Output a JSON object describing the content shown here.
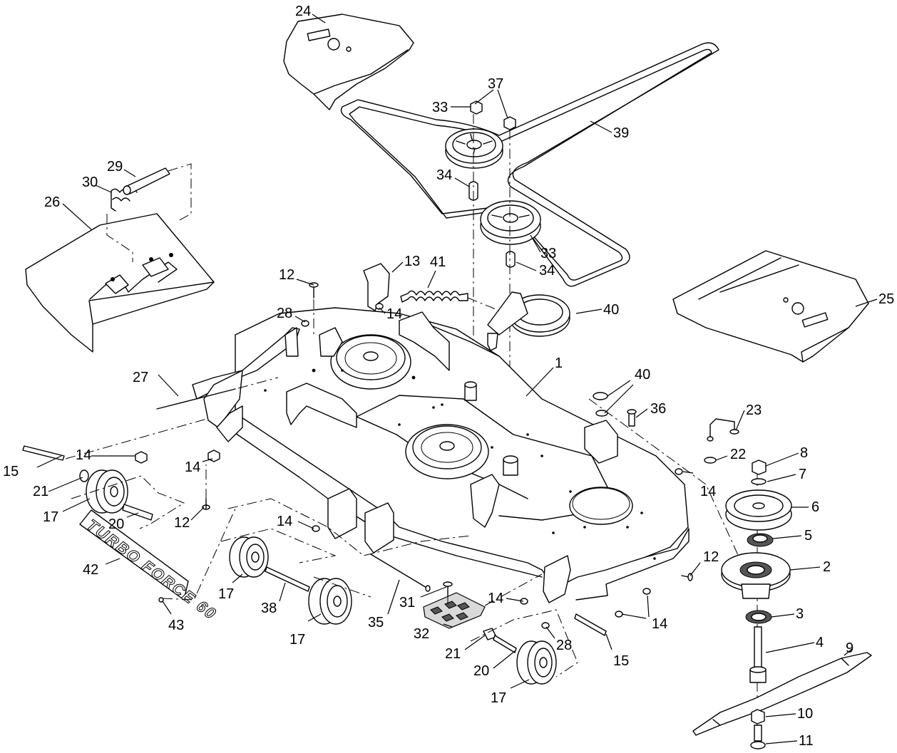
{
  "decal_text": "TURBO FORCE 60",
  "callouts": [
    {
      "id": "c1",
      "text": "1"
    },
    {
      "id": "c2",
      "text": "2"
    },
    {
      "id": "c3",
      "text": "3"
    },
    {
      "id": "c4",
      "text": "4"
    },
    {
      "id": "c5",
      "text": "5"
    },
    {
      "id": "c6",
      "text": "6"
    },
    {
      "id": "c7",
      "text": "7"
    },
    {
      "id": "c8",
      "text": "8"
    },
    {
      "id": "c9",
      "text": "9"
    },
    {
      "id": "c10",
      "text": "10"
    },
    {
      "id": "c11",
      "text": "11"
    },
    {
      "id": "c12a",
      "text": "12"
    },
    {
      "id": "c12b",
      "text": "12"
    },
    {
      "id": "c12c",
      "text": "12"
    },
    {
      "id": "c13",
      "text": "13"
    },
    {
      "id": "c14a",
      "text": "14"
    },
    {
      "id": "c14b",
      "text": "14"
    },
    {
      "id": "c14c",
      "text": "14"
    },
    {
      "id": "c14d",
      "text": "14"
    },
    {
      "id": "c14e",
      "text": "14"
    },
    {
      "id": "c14f",
      "text": "14"
    },
    {
      "id": "c14g",
      "text": "14"
    },
    {
      "id": "c15a",
      "text": "15"
    },
    {
      "id": "c15b",
      "text": "15"
    },
    {
      "id": "c17a",
      "text": "17"
    },
    {
      "id": "c17b",
      "text": "17"
    },
    {
      "id": "c17c",
      "text": "17"
    },
    {
      "id": "c17d",
      "text": "17"
    },
    {
      "id": "c20a",
      "text": "20"
    },
    {
      "id": "c20b",
      "text": "20"
    },
    {
      "id": "c21a",
      "text": "21"
    },
    {
      "id": "c21b",
      "text": "21"
    },
    {
      "id": "c22",
      "text": "22"
    },
    {
      "id": "c23",
      "text": "23"
    },
    {
      "id": "c24",
      "text": "24"
    },
    {
      "id": "c25",
      "text": "25"
    },
    {
      "id": "c26",
      "text": "26"
    },
    {
      "id": "c27",
      "text": "27"
    },
    {
      "id": "c28a",
      "text": "28"
    },
    {
      "id": "c28b",
      "text": "28"
    },
    {
      "id": "c29",
      "text": "29"
    },
    {
      "id": "c30",
      "text": "30"
    },
    {
      "id": "c31",
      "text": "31"
    },
    {
      "id": "c32",
      "text": "32"
    },
    {
      "id": "c33a",
      "text": "33"
    },
    {
      "id": "c33b",
      "text": "33"
    },
    {
      "id": "c34a",
      "text": "34"
    },
    {
      "id": "c34b",
      "text": "34"
    },
    {
      "id": "c35",
      "text": "35"
    },
    {
      "id": "c36",
      "text": "36"
    },
    {
      "id": "c37",
      "text": "37"
    },
    {
      "id": "c38",
      "text": "38"
    },
    {
      "id": "c39",
      "text": "39"
    },
    {
      "id": "c40a",
      "text": "40"
    },
    {
      "id": "c40b",
      "text": "40"
    },
    {
      "id": "c41",
      "text": "41"
    },
    {
      "id": "c42",
      "text": "42"
    },
    {
      "id": "c43",
      "text": "43"
    }
  ]
}
